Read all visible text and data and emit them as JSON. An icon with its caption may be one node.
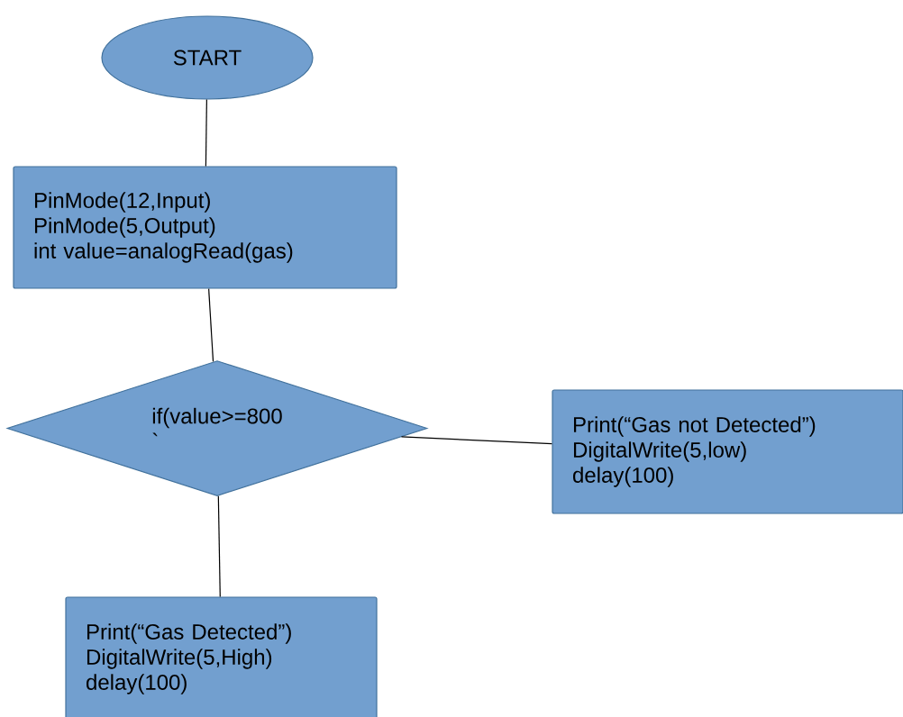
{
  "diagram": {
    "nodes": [
      {
        "text": [
          "START"
        ]
      },
      {
        "text": [
          "PinMode(12,Input)",
          "PinMode(5,Output)",
          "int value=analogRead(gas)"
        ]
      },
      {
        "text": [
          "if(value>=800",
          "`"
        ]
      },
      {
        "text": [
          "Print(“Gas  not Detected”)",
          "DigitalWrite(5,low)",
          "delay(100)"
        ]
      },
      {
        "text": [
          "Print(“Gas  Detected”)",
          "DigitalWrite(5,High)",
          "delay(100)"
        ]
      }
    ],
    "edges": [
      {
        "from": 0,
        "to": 1,
        "arrow": "none"
      },
      {
        "from": 1,
        "to": 2,
        "arrow": "none"
      },
      {
        "from": 2,
        "to": 3,
        "arrow": "none"
      },
      {
        "from": 2,
        "to": 4,
        "arrow": "none"
      }
    ]
  }
}
